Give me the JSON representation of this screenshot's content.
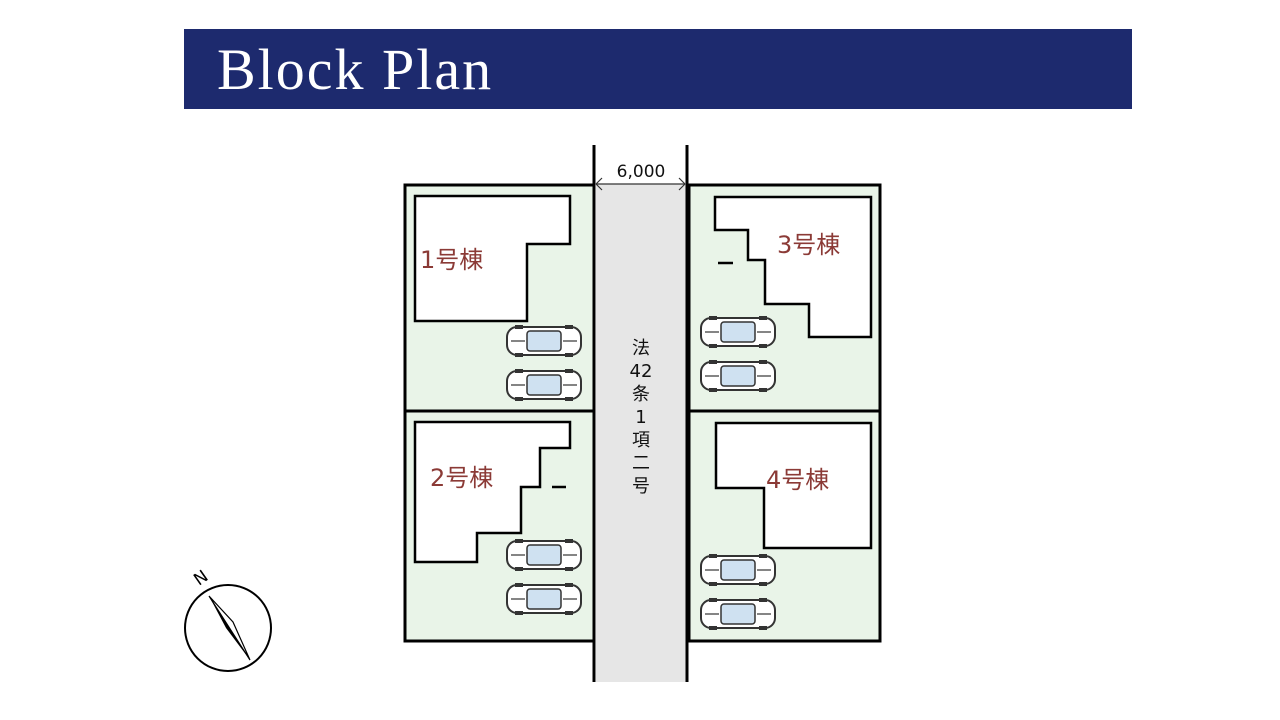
{
  "title": "Block Plan",
  "road": {
    "width_label": "6,000",
    "label_lines": [
      "法",
      "42",
      "条",
      "1",
      "項",
      "二",
      "号"
    ]
  },
  "lots": [
    {
      "label": "1号棟"
    },
    {
      "label": "2号棟"
    },
    {
      "label": "3号棟"
    },
    {
      "label": "4号棟"
    }
  ],
  "compass": {
    "label": "N"
  },
  "colors": {
    "banner": "#1d2a6e",
    "lot_fill": "#e9f4e8",
    "road_fill": "#e6e6e6",
    "label_text": "#8b3a36"
  }
}
